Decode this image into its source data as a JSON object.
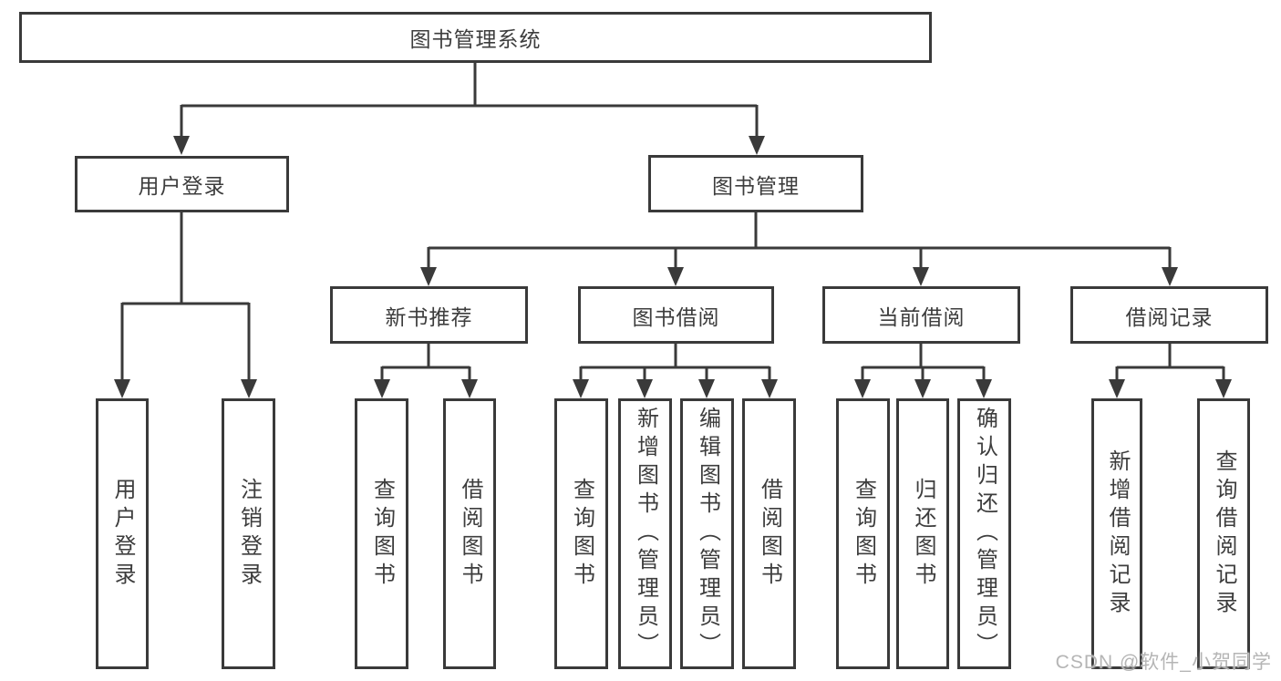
{
  "colors": {
    "line": "#3a3a3a",
    "text": "#3d3d3d",
    "background": "#ffffff",
    "watermark": "#b5b5b5"
  },
  "root": {
    "label": "图书管理系统"
  },
  "level2": [
    {
      "label": "用户登录"
    },
    {
      "label": "图书管理"
    }
  ],
  "level3": [
    {
      "label": "新书推荐"
    },
    {
      "label": "图书借阅"
    },
    {
      "label": "当前借阅"
    },
    {
      "label": "借阅记录"
    }
  ],
  "level4": [
    {
      "label": "用户登录"
    },
    {
      "label": "注销登录"
    },
    {
      "label": "查询图书"
    },
    {
      "label": "借阅图书"
    },
    {
      "label": "查询图书"
    },
    {
      "label": "新增图书（管理员）"
    },
    {
      "label": "编辑图书（管理员）"
    },
    {
      "label": "借阅图书"
    },
    {
      "label": "查询图书"
    },
    {
      "label": "归还图书"
    },
    {
      "label": "确认归还（管理员）"
    },
    {
      "label": "新增借阅记录"
    },
    {
      "label": "查询借阅记录"
    }
  ],
  "watermark": {
    "text": "CSDN @软件_小贺同学"
  }
}
